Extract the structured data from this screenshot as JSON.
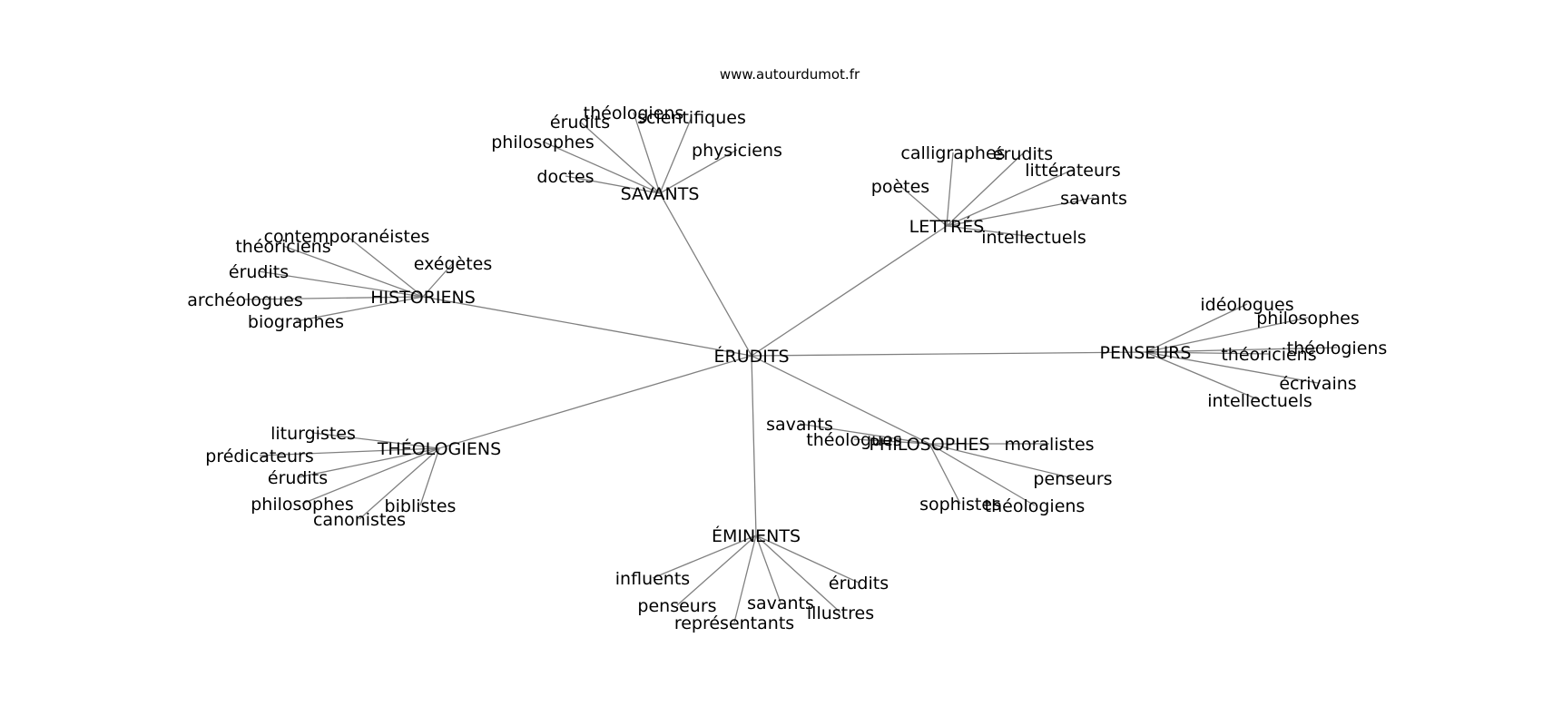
{
  "site": "www.autourdumot.fr",
  "center": "ÉRUDITS",
  "hubs": [
    {
      "label": "SAVANTS",
      "leaves": [
        "théologiens",
        "scientifiques",
        "érudits",
        "philosophes",
        "physiciens",
        "doctes"
      ]
    },
    {
      "label": "LETTRÉS",
      "leaves": [
        "calligraphes",
        "érudits",
        "littérateurs",
        "poètes",
        "savants",
        "intellectuels"
      ]
    },
    {
      "label": "HISTORIENS",
      "leaves": [
        "contemporanéistes",
        "théoriciens",
        "exégètes",
        "érudits",
        "archéologues",
        "biographes"
      ]
    },
    {
      "label": "PENSEURS",
      "leaves": [
        "idéologues",
        "philosophes",
        "théoriciens",
        "théologiens",
        "écrivains",
        "intellectuels"
      ]
    },
    {
      "label": "THÉOLOGIENS",
      "leaves": [
        "liturgistes",
        "prédicateurs",
        "érudits",
        "philosophes",
        "biblistes",
        "canonistes"
      ]
    },
    {
      "label": "PHILOSOPHES",
      "leaves": [
        "savants",
        "théologues",
        "moralistes",
        "penseurs",
        "sophistes",
        "théologiens"
      ]
    },
    {
      "label": "ÉMINENTS",
      "leaves": [
        "influents",
        "érudits",
        "penseurs",
        "savants",
        "illustres",
        "représentants"
      ]
    }
  ]
}
